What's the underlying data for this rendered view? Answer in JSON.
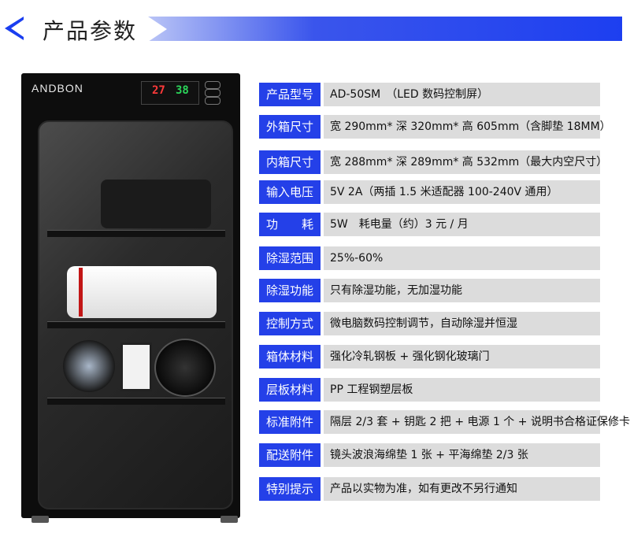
{
  "header": {
    "title": "产品参数"
  },
  "cabinet": {
    "brand": "ANDBON",
    "display_temp": "27",
    "display_humidity": "38"
  },
  "specs": [
    {
      "label": "产品型号",
      "value": "AD-50SM　（LED 数码控制屏）"
    },
    {
      "label": "外箱尺寸",
      "value": "宽 290mm* 深 320mm* 高 605mm（含脚垫 18MM）"
    },
    {
      "label": "内箱尺寸",
      "value": "宽 288mm* 深 289mm* 高 532mm（最大内空尺寸）"
    },
    {
      "label": "输入电压",
      "value": "5V 2A（两插 1.5 米适配器 100-240V 通用）"
    },
    {
      "label": "功　　耗",
      "value": "5W　耗电量（约）3 元 / 月"
    },
    {
      "label": "除湿范围",
      "value": "25%-60%"
    },
    {
      "label": "除湿功能",
      "value": "只有除湿功能，无加湿功能"
    },
    {
      "label": "控制方式",
      "value": "微电脑数码控制调节，自动除湿并恒湿"
    },
    {
      "label": "箱体材料",
      "value": "强化冷轧钢板 + 强化钢化玻璃门"
    },
    {
      "label": "层板材料",
      "value": "PP 工程钢塑层板"
    },
    {
      "label": "标准附件",
      "value": "隔层 2/3 套 + 钥匙 2 把 + 电源 1 个 + 说明书合格证保修卡"
    },
    {
      "label": "配送附件",
      "value": "镜头波浪海绵垫 1 张 + 平海绵垫 2/3 张"
    },
    {
      "label": "特别提示",
      "value": "产品以实物为准，如有更改不另行通知"
    }
  ]
}
